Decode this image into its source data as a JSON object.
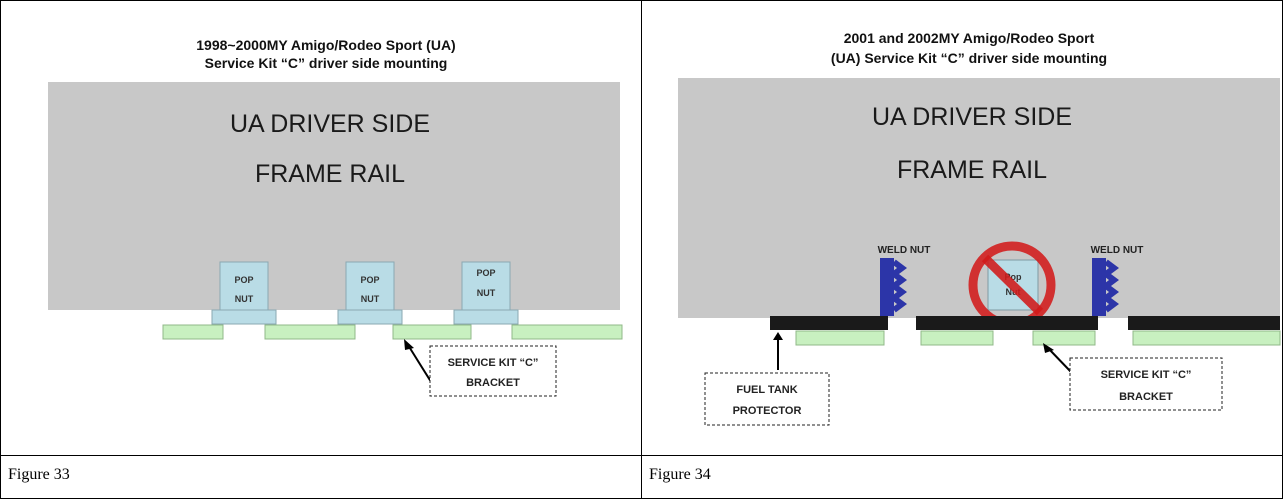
{
  "left": {
    "title_line1": "1998~2000MY Amigo/Rodeo Sport (UA)",
    "title_line2": "Service Kit “C” driver side mounting",
    "rail_line1": "UA DRIVER SIDE",
    "rail_line2": "FRAME RAIL",
    "nut_label_top": "POP",
    "nut_label_bottom": "NUT",
    "callout_line1": "SERVICE KIT “C”",
    "callout_line2": "BRACKET",
    "caption": "Figure 33"
  },
  "right": {
    "title_line1": "2001 and 2002MY Amigo/Rodeo Sport",
    "title_line2": "(UA) Service Kit “C” driver side mounting",
    "rail_line1": "UA DRIVER SIDE",
    "rail_line2": "FRAME RAIL",
    "weld_nut_label": "WELD NUT",
    "crossed_nut_top": "Pop",
    "crossed_nut_bottom": "Nut",
    "protector_line1": "FUEL TANK",
    "protector_line2": "PROTECTOR",
    "callout_line1": "SERVICE KIT “C”",
    "callout_line2": "BRACKET",
    "caption": "Figure 34"
  },
  "colors": {
    "rail": "#c8c8c8",
    "nut": "#b9dce6",
    "bracket": "#c8f0c0",
    "weld_nut": "#2c35a8",
    "protector": "#1a1a1a",
    "prohibit": "#d11a1a"
  }
}
